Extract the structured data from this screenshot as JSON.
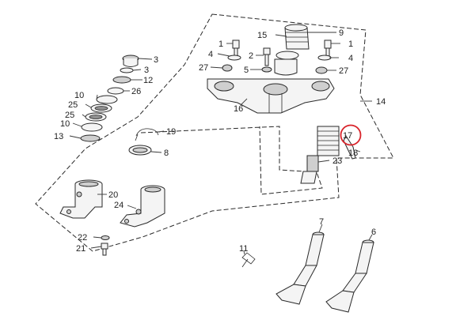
{
  "labels": {
    "p1a": "1",
    "p1b": "1",
    "p2": "2",
    "p3a": "3",
    "p3b": "3",
    "p4a": "4",
    "p4b": "4",
    "p5": "5",
    "p6": "6",
    "p7": "7",
    "p8": "8",
    "p9": "9",
    "p10a": "10",
    "p10b": "10",
    "p11": "11",
    "p12": "12",
    "p13": "13",
    "p14": "14",
    "p15": "15",
    "p16": "16",
    "p17": "17",
    "p18": "18",
    "p19": "19",
    "p20": "20",
    "p21": "21",
    "p22": "22",
    "p23": "23",
    "p24": "24",
    "p25a": "25",
    "p25b": "25",
    "p26": "26",
    "p27a": "27",
    "p27b": "27"
  },
  "highlight": {
    "target": "p17",
    "color": "#d8232a"
  }
}
